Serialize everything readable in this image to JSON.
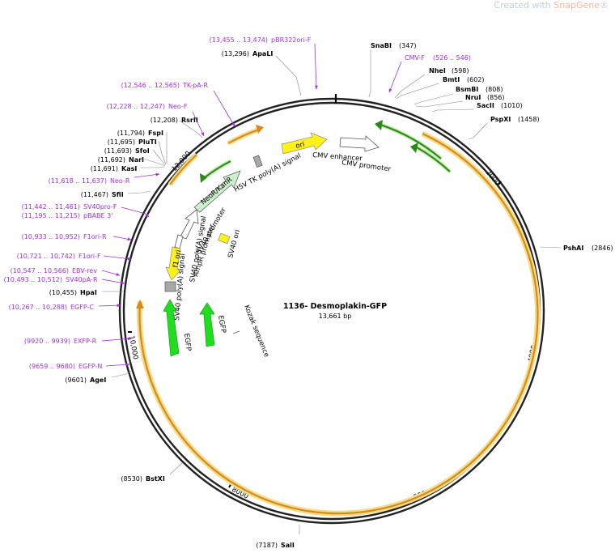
{
  "watermark": {
    "prefix": "Created with ",
    "brand": "SnapGene",
    "mark": "®"
  },
  "plasmid": {
    "name": "1136- Desmoplakin-GFP",
    "length": "13,661 bp",
    "length_bp": 13661
  },
  "tick_labels": [
    "2000",
    "4000",
    "6000",
    "8000",
    "10,000",
    "12,000"
  ],
  "restriction_sites": [
    {
      "name": "SnaBI",
      "pos": "(347)"
    },
    {
      "name": "NheI",
      "pos": "(598)"
    },
    {
      "name": "BmtI",
      "pos": "(602)"
    },
    {
      "name": "BsmBI",
      "pos": "(808)"
    },
    {
      "name": "NruI",
      "pos": "(856)"
    },
    {
      "name": "SacII",
      "pos": "(1010)"
    },
    {
      "name": "PspXI",
      "pos": "(1458)"
    },
    {
      "name": "PshAI",
      "pos": "(2846)"
    },
    {
      "name": "SalI",
      "pos": "(7187)"
    },
    {
      "name": "BstXI",
      "pos": "(8530)"
    },
    {
      "name": "AgeI",
      "pos": "(9601)"
    },
    {
      "name": "HpaI",
      "pos": "(10,455)"
    },
    {
      "name": "SfiI",
      "pos": "(11,467)"
    },
    {
      "name": "KasI",
      "pos": "(11,691)"
    },
    {
      "name": "NarI",
      "pos": "(11,692)"
    },
    {
      "name": "SfoI",
      "pos": "(11,693)"
    },
    {
      "name": "PluTI",
      "pos": "(11,695)"
    },
    {
      "name": "FspI",
      "pos": "(11,794)"
    },
    {
      "name": "RsrII",
      "pos": "(12,208)"
    },
    {
      "name": "ApaLI",
      "pos": "(13,296)"
    }
  ],
  "primer_labels": [
    {
      "name": "pBR322ori-F",
      "pos": "(13,455 .. 13,474)"
    },
    {
      "name": "CMV-F",
      "pos": "(526 .. 546)"
    },
    {
      "name": "TK-pA-R",
      "pos": "(12,546 .. 12,565)"
    },
    {
      "name": "Neo-F",
      "pos": "(12,228 .. 12,247)"
    },
    {
      "name": "Neo-R",
      "pos": "(11,618 .. 11,637)"
    },
    {
      "name": "SV40pro-F",
      "pos": "(11,442 .. 11,461)"
    },
    {
      "name": "pBABE 3'",
      "pos": "(11,195 .. 11,215)"
    },
    {
      "name": "F1ori-R",
      "pos": "(10,933 .. 10,952)"
    },
    {
      "name": "F1ori-F",
      "pos": "(10,721 .. 10,742)"
    },
    {
      "name": "EBV-rev",
      "pos": "(10,547 .. 10,566)"
    },
    {
      "name": "SV40pA-R",
      "pos": "(10,493 .. 10,512)"
    },
    {
      "name": "EGFP-C",
      "pos": "(10,267 .. 10,288)"
    },
    {
      "name": "EXFP-R",
      "pos": "(9920 .. 9939)"
    },
    {
      "name": "EGFP-N",
      "pos": "(9659 .. 9680)"
    }
  ],
  "features": [
    {
      "name": "ori"
    },
    {
      "name": "CMV enhancer"
    },
    {
      "name": "CMV promoter"
    },
    {
      "name": "HSV TK poly(A) signal"
    },
    {
      "name": "NeoR/KanR"
    },
    {
      "name": "SV40 promoter"
    },
    {
      "name": "AmpR promoter"
    },
    {
      "name": "SV40 ori"
    },
    {
      "name": "f1 ori"
    },
    {
      "name": "SV40 poly(A) signal"
    },
    {
      "name": "SV40 poly(A) signal"
    },
    {
      "name": "EGFP"
    },
    {
      "name": "EGFP"
    },
    {
      "name": "Kozak sequence"
    }
  ],
  "colors": {
    "backbone": "#222222",
    "orange_arc": "#d9891a",
    "arc_glow": "#f2de8a",
    "green_arc": "#2a8a18",
    "primer": "#a030e0",
    "ori": "#fff21a",
    "egfp": "#1ede1e",
    "neo": "#ccf0cc",
    "polya": "#a8a8a8"
  }
}
